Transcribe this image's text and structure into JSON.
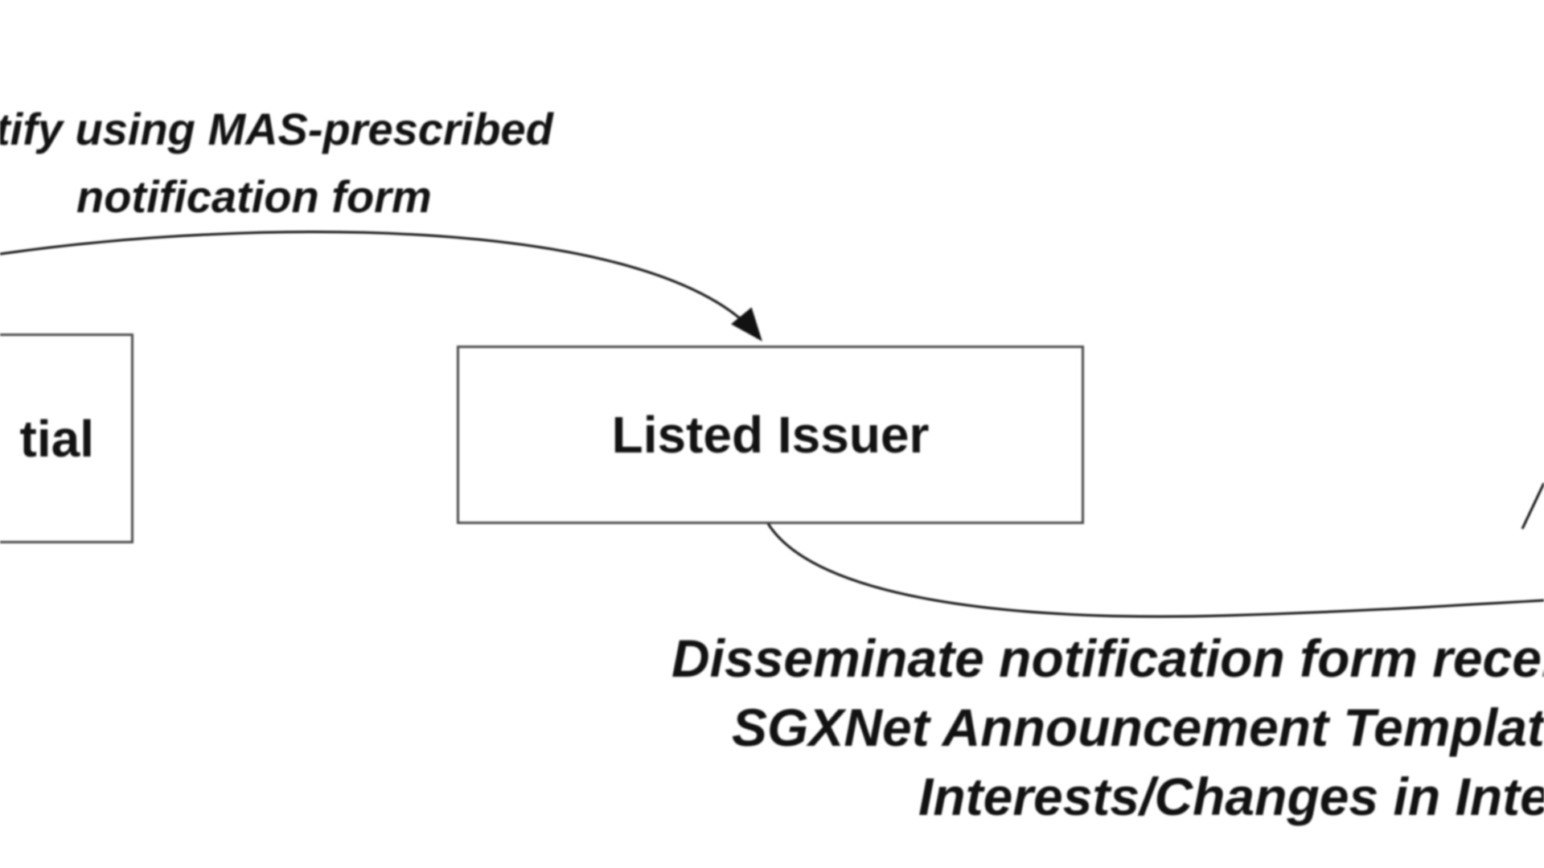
{
  "theme": {
    "background": "#ffffff",
    "ink": "#121212",
    "box_border": "#4a4a4a"
  },
  "top_label": {
    "line1": "tify using MAS-prescribed",
    "line2": "notification form"
  },
  "left_box": {
    "label": "tial"
  },
  "issuer_box": {
    "label": "Listed Issuer"
  },
  "bottom_label": {
    "line1": "Disseminate notification form receiv",
    "line2": "SGXNet Announcement Template -",
    "line3": "Interests/Changes in Inte"
  }
}
